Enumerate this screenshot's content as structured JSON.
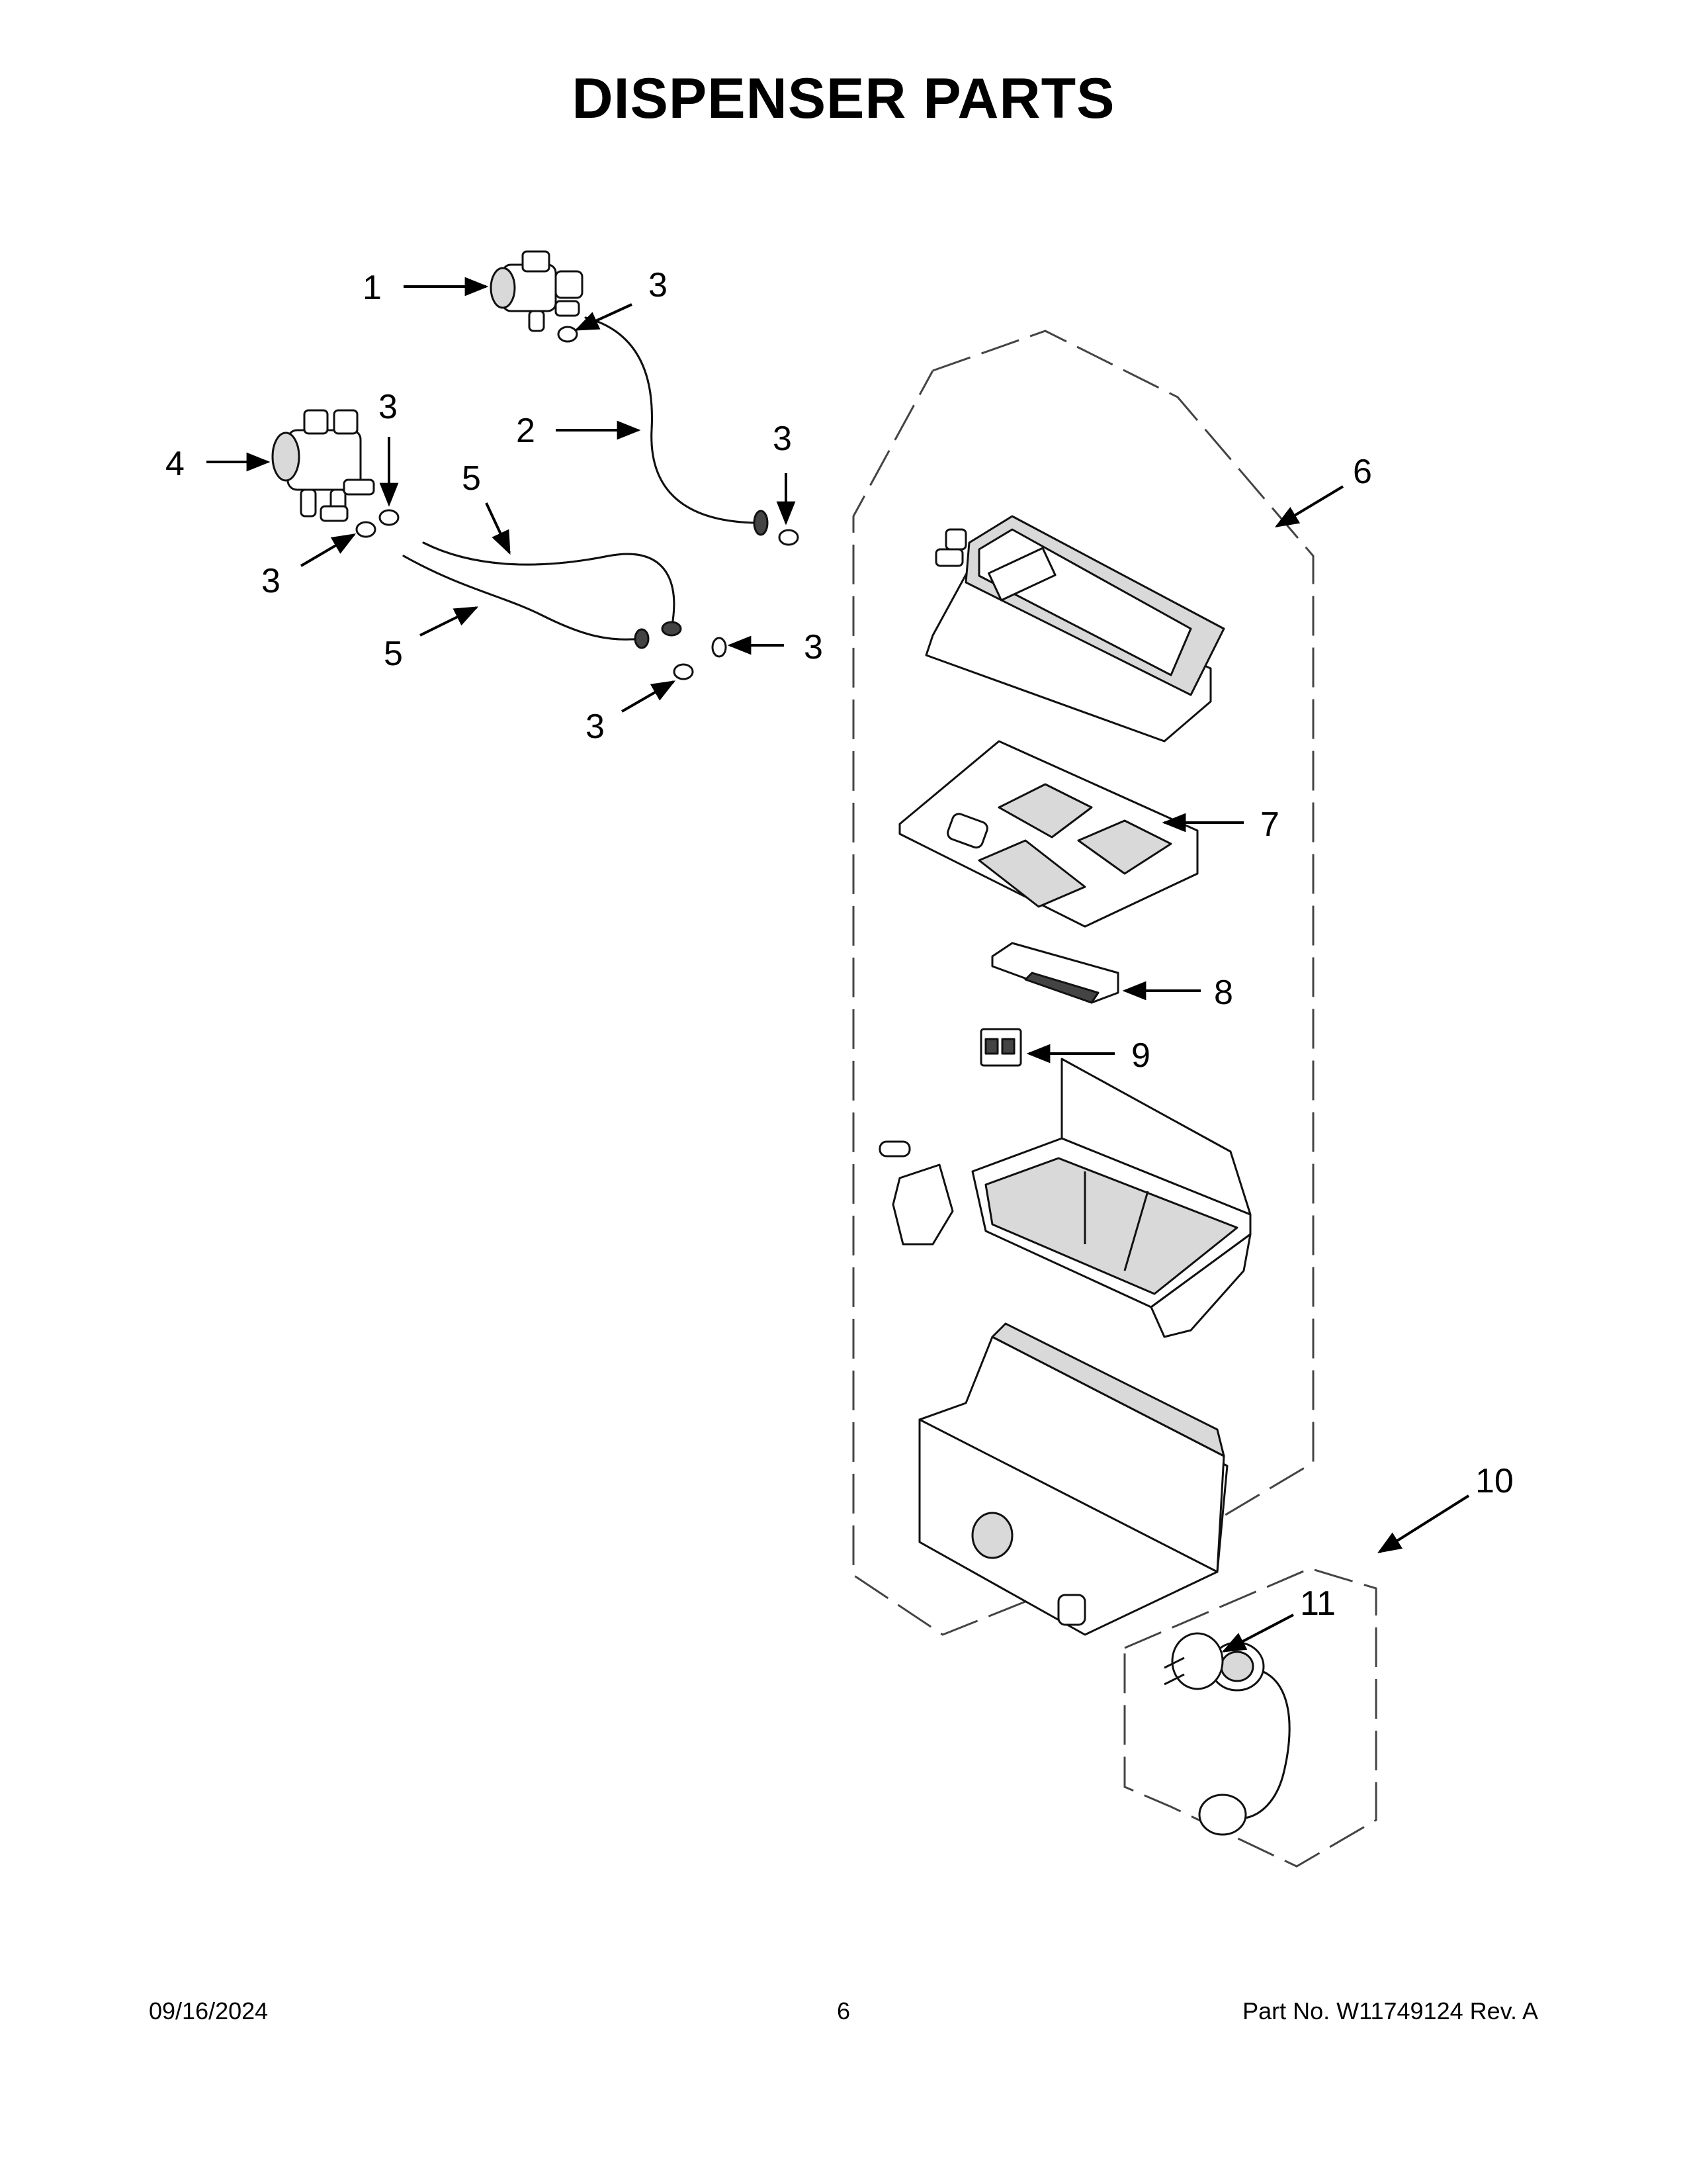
{
  "page": {
    "title": "DISPENSER PARTS"
  },
  "callouts": [
    "1",
    "2",
    "3",
    "4",
    "5",
    "6",
    "7",
    "8",
    "9",
    "10",
    "11"
  ],
  "footer": {
    "date": "09/16/2024",
    "page_number": "6",
    "part_number": "Part No.  W11749124  Rev.  A"
  }
}
